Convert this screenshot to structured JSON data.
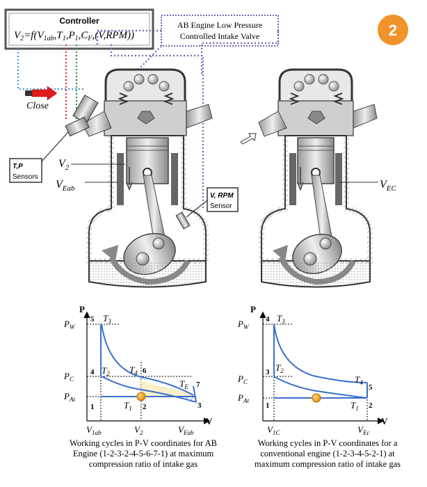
{
  "badge": {
    "number": "2",
    "color": "#f0932b"
  },
  "controller": {
    "title": "Controller",
    "formula_v": "V",
    "formula_v_sub": "2",
    "formula_rest": "=f(V",
    "formula_sub1": "1ab",
    "formula_t": ",T",
    "formula_t_sub": "1",
    "formula_p": ",P",
    "formula_p_sub": "1",
    "formula_c": ",C",
    "formula_c_sub": "F",
    "formula_end": ",(V,RPM))"
  },
  "valve_callout": {
    "line1": "AB Engine Low Pressure",
    "line2": "Controlled Intake Valve"
  },
  "close_label": "Close",
  "sensors": {
    "tp_title": "T,P",
    "tp_sub": "Sensors",
    "vrpm_title": "V, RPM",
    "vrpm_sub": "Sensor"
  },
  "engine_labels": {
    "v2": "V",
    "v2_sub": "2",
    "veab": "V",
    "veab_sub": "Eab",
    "vec": "V",
    "vec_sub": "EC"
  },
  "pv_left": {
    "p_axis": "P",
    "v_axis": "V",
    "pw": "P",
    "pw_sub": "W",
    "pc": "P",
    "pc_sub": "C",
    "pat": "P",
    "pat_sub": "At",
    "t3": "T",
    "t3_sub": "3",
    "t2": "T",
    "t2_sub": "2",
    "t4": "T",
    "t4_sub": "4",
    "t1": "T",
    "t1_sub": "1",
    "te": "T",
    "te_sub": "E",
    "n5": "5",
    "n4": "4",
    "n1": "1",
    "n6": "6",
    "n2": "2",
    "n7": "7",
    "n3": "3",
    "v1ab": "V",
    "v1ab_sub": "1ab",
    "v2": "V",
    "v2_sub": "2",
    "veab": "V",
    "veab_sub": "Eab",
    "caption": [
      "Working cycles in P-V coordinates for AB",
      "Engine (1-2-3-2-4-5-6-7-1)  at maximum",
      "compression ratio of intake gas"
    ]
  },
  "pv_right": {
    "p_axis": "P",
    "v_axis": "V",
    "pw": "P",
    "pw_sub": "W",
    "pc": "P",
    "pc_sub": "C",
    "pat": "P",
    "pat_sub": "At",
    "t3": "T",
    "t3_sub": "3",
    "t2": "T",
    "t2_sub": "2",
    "t4": "T",
    "t4_sub": "4",
    "t1": "T",
    "t1_sub": "1",
    "n4": "4",
    "n3": "3",
    "n1": "1",
    "n5": "5",
    "n2": "2",
    "v1c": "V",
    "v1c_sub": "1C",
    "vec": "V",
    "vec_sub": "Ec",
    "caption": [
      "Working cycles in P-V coordinates for a",
      "conventional engine (1-2-3-4-5-2-1) at",
      "maximum compression ratio of intake gas"
    ]
  }
}
